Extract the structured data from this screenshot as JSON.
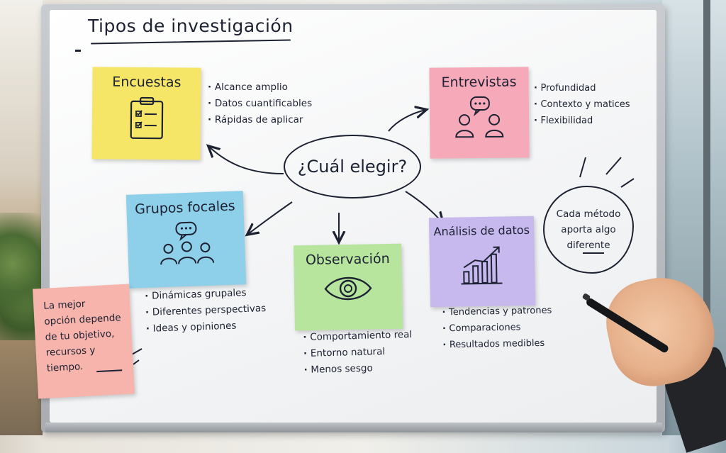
{
  "board": {
    "title": "Tipos de investigación",
    "center_question": "¿Cuál elegir?"
  },
  "notes": {
    "encuestas": {
      "label": "Encuestas",
      "icon": "clipboard-checklist-icon",
      "color": "#f6e667",
      "bullets": [
        "Alcance amplio",
        "Datos cuantificables",
        "Rápidas de aplicar"
      ]
    },
    "entrevistas": {
      "label": "Entrevistas",
      "icon": "two-people-chat-icon",
      "color": "#f6a9b8",
      "bullets": [
        "Profundidad",
        "Contexto y matices",
        "Flexibilidad"
      ]
    },
    "grupos": {
      "label": "Grupos focales",
      "icon": "group-chat-icon",
      "color": "#8ecfe9",
      "bullets": [
        "Dinámicas grupales",
        "Diferentes perspectivas",
        "Ideas y opiniones"
      ]
    },
    "observacion": {
      "label": "Observación",
      "icon": "eye-icon",
      "color": "#b7e59e",
      "bullets": [
        "Comportamiento real",
        "Entorno natural",
        "Menos sesgo"
      ]
    },
    "analisis": {
      "label": "Análisis de datos",
      "icon": "bar-chart-trend-icon",
      "color": "#c7b8ee",
      "bullets": [
        "Tendencias y patrones",
        "Comparaciones",
        "Resultados medibles"
      ]
    }
  },
  "tip": {
    "lines": [
      "La mejor",
      "opción depende",
      "de tu objetivo,",
      "recursos y",
      "tiempo."
    ],
    "color": "#f7b4ac"
  },
  "cloud": {
    "lines": [
      "Cada método",
      "aporta algo",
      "diferente"
    ]
  }
}
